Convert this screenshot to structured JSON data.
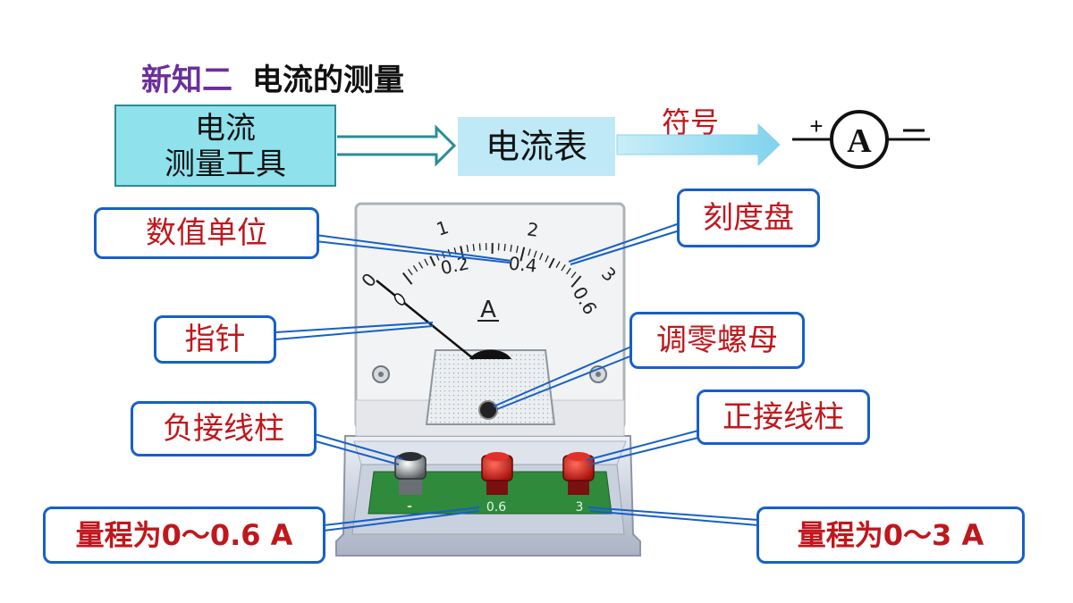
{
  "heading": {
    "part1": "新知二",
    "part2": "电流的测量"
  },
  "flow": {
    "tool_line1": "电流",
    "tool_line2": "测量工具",
    "meter": "电流表",
    "symbol_label": "符号",
    "symbol_plus": "+",
    "symbol_letter": "A",
    "symbol_minus": "—"
  },
  "dial": {
    "upper_ticks": [
      "1",
      "2",
      "3"
    ],
    "lower_ticks": [
      "0",
      "0.2",
      "0.4",
      "0.6"
    ],
    "unit": "A"
  },
  "terminals": [
    "-",
    "0.6",
    "3"
  ],
  "callouts": {
    "unit": "数值单位",
    "scale": "刻度盘",
    "needle": "指针",
    "zero_nut": "调零螺母",
    "negative": "负接线柱",
    "positive": "正接线柱",
    "range_small": "量程为0～0.6 A",
    "range_large": "量程为0～3 A"
  }
}
